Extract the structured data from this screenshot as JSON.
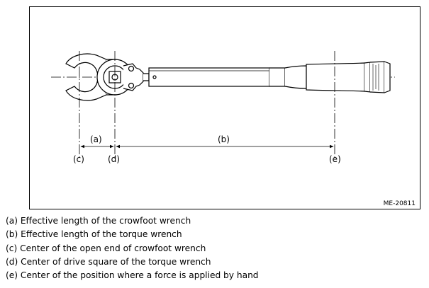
{
  "figure": {
    "id": "ME-20811",
    "labels": {
      "a": "(a)",
      "b": "(b)",
      "c": "(c)",
      "d": "(d)",
      "e": "(e)"
    }
  },
  "legend": [
    "(a) Effective length of the crowfoot wrench",
    "(b) Effective length of the torque wrench",
    "(c) Center of the open end of crowfoot wrench",
    "(d) Center of drive square of the torque wrench",
    "(e) Center of the position where a force is applied by hand"
  ]
}
